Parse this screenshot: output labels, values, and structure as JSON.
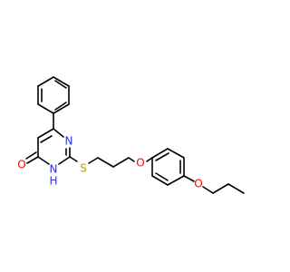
{
  "molecule": {
    "atoms": {
      "n_top": "N",
      "n_h": "N",
      "h_on_n": "H",
      "o_carbonyl": "O",
      "s_thio": "S",
      "o_ether1": "O",
      "o_ether2": "O"
    }
  }
}
